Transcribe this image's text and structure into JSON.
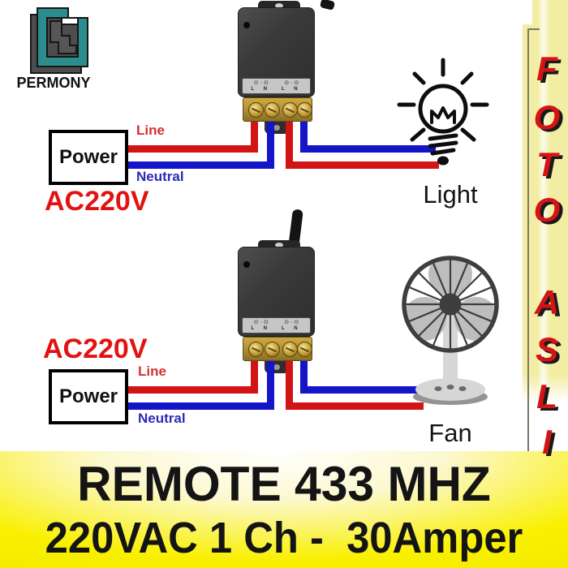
{
  "logo": {
    "brand": "PERMONY"
  },
  "side_banner": {
    "vertical_text": "FOTO ASLI",
    "letters": [
      "F",
      "O",
      "T",
      "O",
      "A",
      "S",
      "L",
      "I"
    ]
  },
  "bottom_banner": {
    "line1": "REMOTE 433 MHZ",
    "line2": "220VAC 1 Ch -  30Amper"
  },
  "relay": {
    "symbols": "⊙ · ⊙",
    "terminals": "L N"
  },
  "diagrams": [
    {
      "voltage": "AC220V",
      "source": "Power",
      "line": "Line",
      "neutral": "Neutral",
      "load": "Light"
    },
    {
      "voltage": "AC220V",
      "source": "Power",
      "line": "Line",
      "neutral": "Neutral",
      "load": "Fan"
    }
  ],
  "colors": {
    "line_wire": "#d31414",
    "neutral_wire": "#1414c8",
    "voltage_text": "#e31212",
    "side_text_red": "#d41414",
    "banner_yellow": "#f8ef00"
  }
}
